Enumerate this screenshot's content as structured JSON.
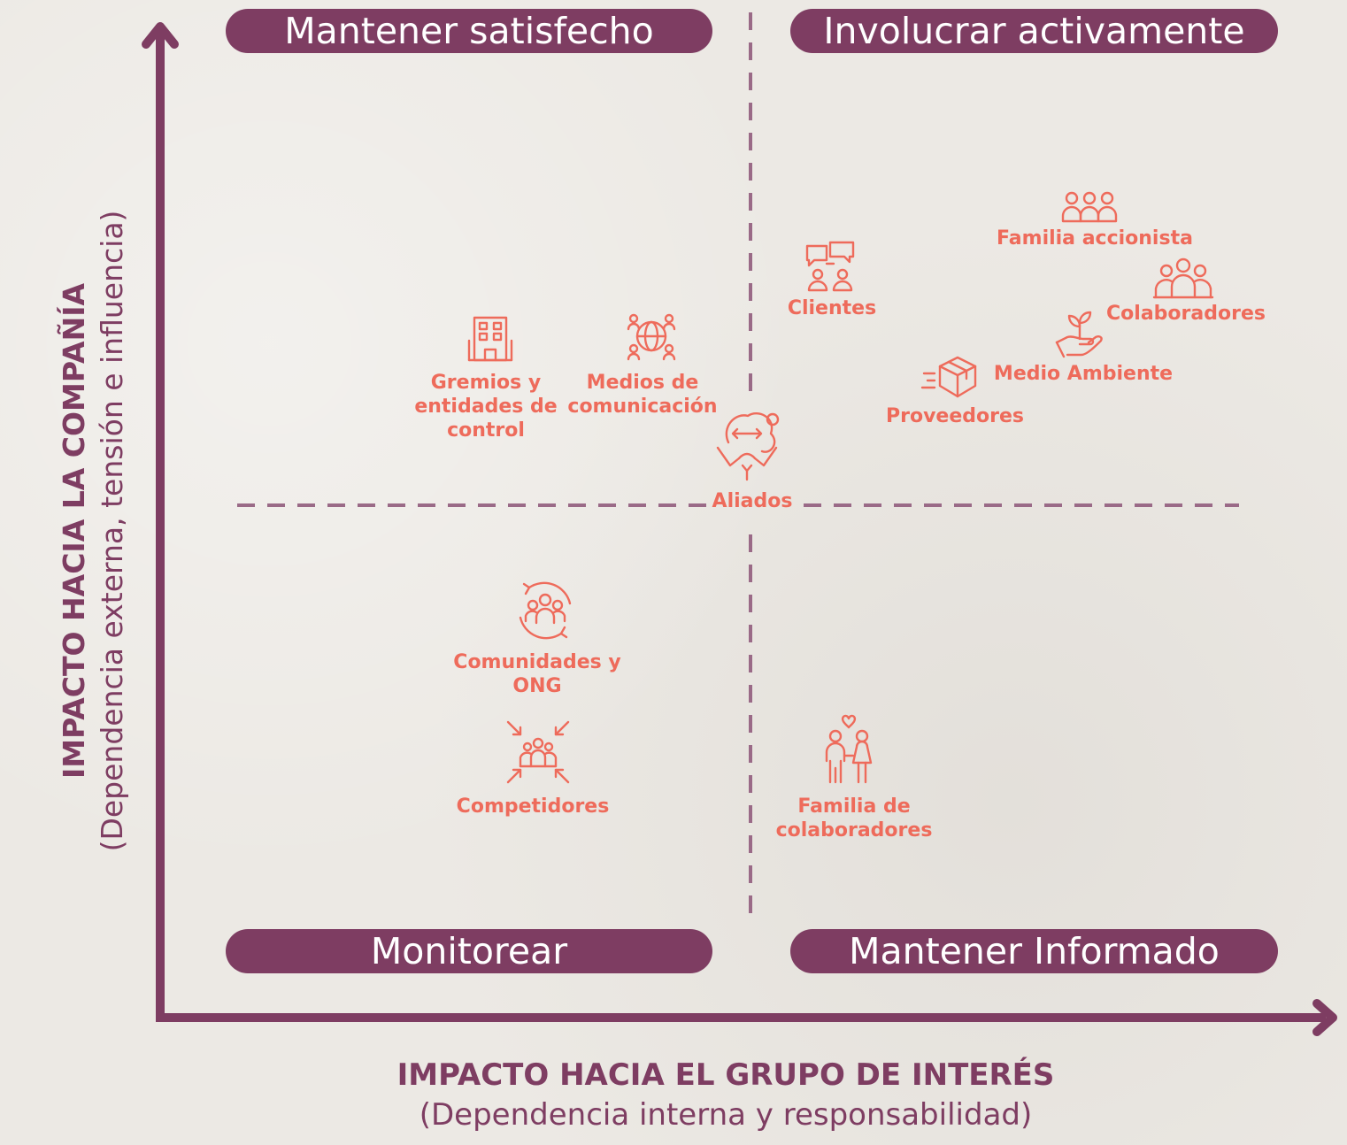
{
  "axes": {
    "y_title": "IMPACTO HACIA LA COMPAÑÍA",
    "y_subtitle": "(Dependencia externa, tensión e influencia)",
    "x_title": "IMPACTO HACIA EL GRUPO DE INTERÉS",
    "x_subtitle": "(Dependencia interna y responsabilidad)"
  },
  "quadrants": {
    "top_left": "Mantener satisfecho",
    "top_right": "Involucrar activamente",
    "bottom_left": "Monitorear",
    "bottom_right": "Mantener Informado"
  },
  "stakeholders": {
    "gremios": {
      "line1": "Gremios y",
      "line2": "entidades de",
      "line3": "control",
      "icon": "building-icon"
    },
    "medios": {
      "line1": "Medios de",
      "line2": "comunicación",
      "icon": "globe-people-icon"
    },
    "aliados": {
      "label": "Aliados",
      "icon": "handshake-head-icon"
    },
    "clientes": {
      "label": "Clientes",
      "icon": "chat-people-icon"
    },
    "familia_accionista": {
      "label": "Familia accionista",
      "icon": "group-three-icon"
    },
    "colaboradores": {
      "label": "Colaboradores",
      "icon": "team-icon"
    },
    "medio_ambiente": {
      "label": "Medio Ambiente",
      "icon": "hand-plant-icon"
    },
    "proveedores": {
      "label": "Proveedores",
      "icon": "delivery-box-icon"
    },
    "comunidades": {
      "line1": "Comunidades y",
      "line2": "ONG",
      "icon": "community-cycle-icon"
    },
    "competidores": {
      "label": "Competidores",
      "icon": "compete-group-icon"
    },
    "familia_colaboradores": {
      "line1": "Familia de",
      "line2": "colaboradores",
      "icon": "couple-heart-icon"
    }
  },
  "colors": {
    "accent": "#7e3d62",
    "item": "#ee6b5b",
    "background": "#ece9e4"
  }
}
